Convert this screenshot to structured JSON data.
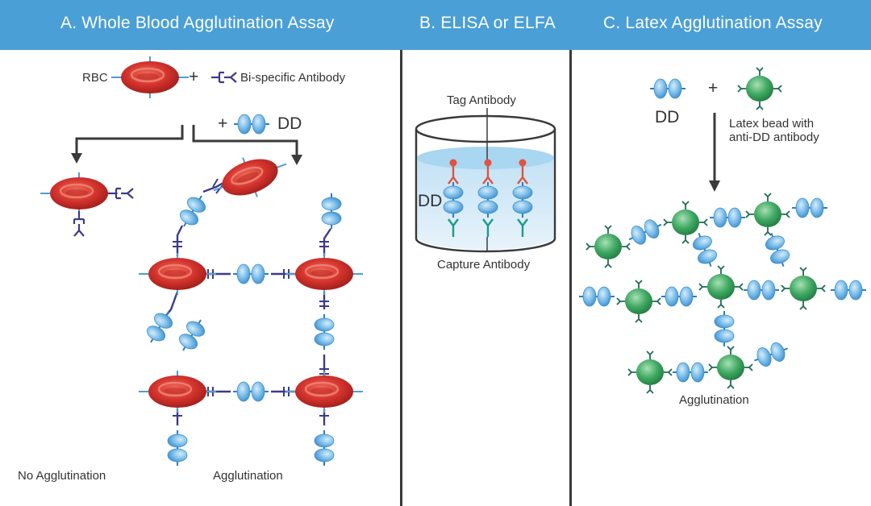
{
  "panels": {
    "a": {
      "title": "A. Whole Blood Agglutination Assay",
      "rbc": "RBC",
      "plus": "+",
      "bispecific": "Bi-specific Antibody",
      "plus_dd": "+",
      "dd": "DD",
      "no_agglutination": "No Agglutination",
      "agglutination": "Agglutination"
    },
    "b": {
      "title": "B. ELISA or ELFA",
      "tag_antibody": "Tag Antibody",
      "dd": "DD",
      "capture_antibody": "Capture Antibody"
    },
    "c": {
      "title": "C. Latex Agglutination Assay",
      "dd": "DD",
      "plus": "+",
      "latex_bead_line1": "Latex bead with",
      "latex_bead_line2": "anti-DD antibody",
      "agglutination": "Agglutination"
    }
  },
  "colors": {
    "header": "#4a9fd6",
    "rbc": "#d2322c",
    "dd": "#7cbde8",
    "bead": "#3fa862",
    "antibody": "#3e3a8a",
    "tag": "#e0533f",
    "capture": "#1a9a8c"
  }
}
